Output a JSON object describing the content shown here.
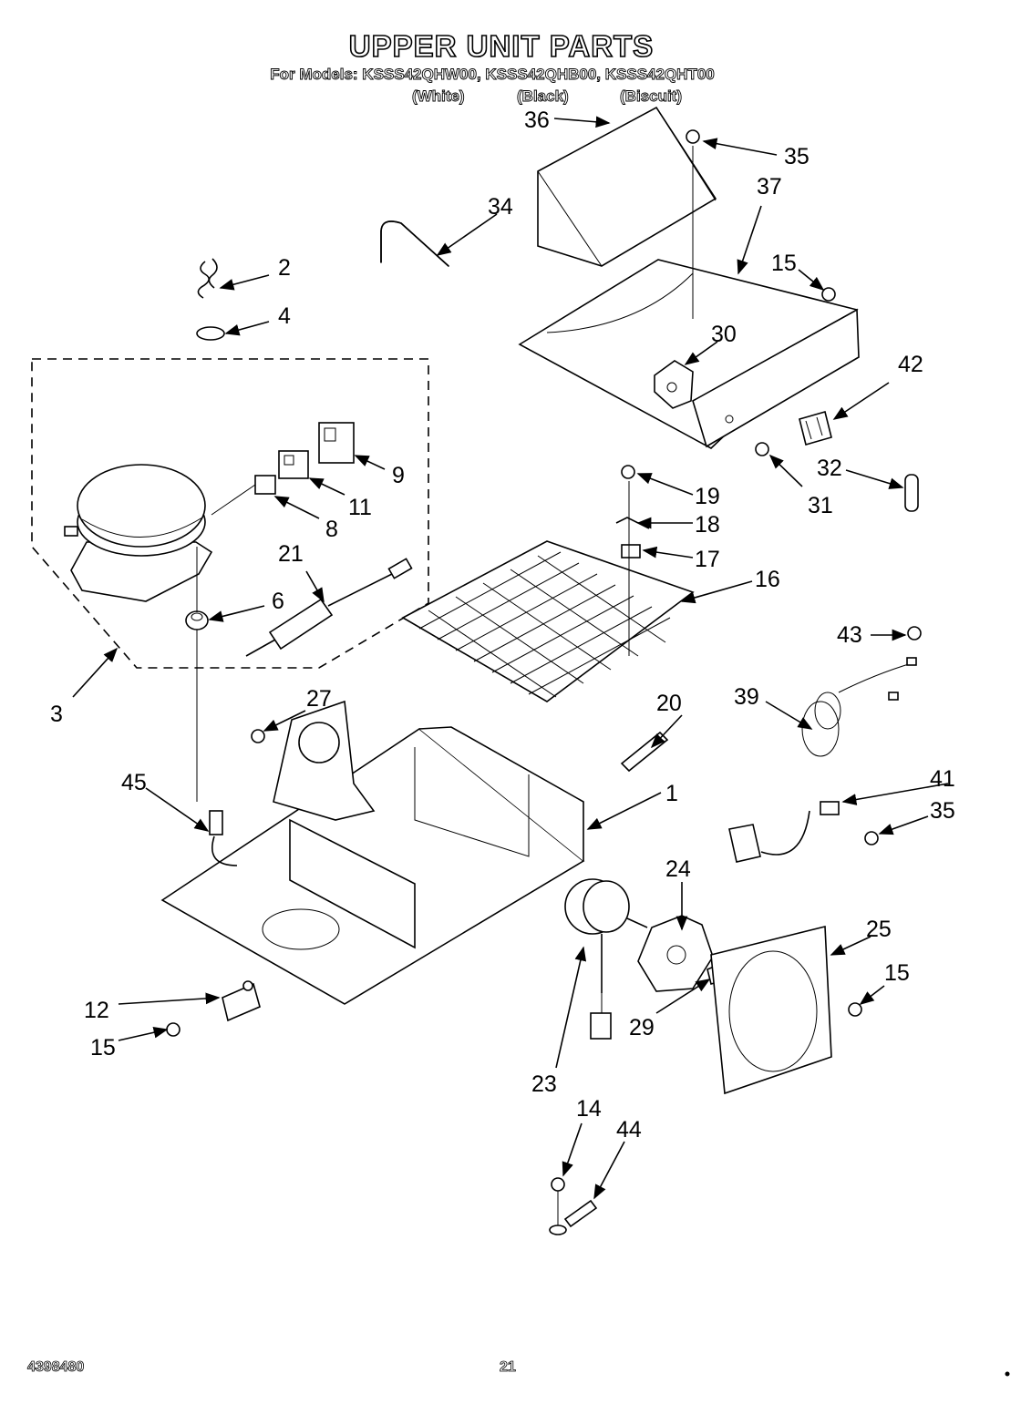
{
  "title": "UPPER UNIT PARTS",
  "models_line": "For Models: KSSS42QHW00, KSSS42QHB00, KSSS42QHT00",
  "colors": [
    "(White)",
    "(Black)",
    "(Biscuit)"
  ],
  "document_number": "4398480",
  "page_number": "21",
  "callouts": {
    "c1": "1",
    "c2": "2",
    "c3": "3",
    "c4": "4",
    "c6": "6",
    "c8": "8",
    "c9": "9",
    "c11": "11",
    "c12": "12",
    "c14": "14",
    "c15a": "15",
    "c15b": "15",
    "c15c": "15",
    "c16": "16",
    "c17": "17",
    "c18": "18",
    "c19": "19",
    "c20": "20",
    "c21": "21",
    "c23": "23",
    "c24": "24",
    "c25": "25",
    "c27": "27",
    "c29": "29",
    "c30": "30",
    "c31": "31",
    "c32": "32",
    "c34": "34",
    "c35a": "35",
    "c35b": "35",
    "c36": "36",
    "c37": "37",
    "c39": "39",
    "c41": "41",
    "c42": "42",
    "c43": "43",
    "c44": "44",
    "c45": "45"
  }
}
